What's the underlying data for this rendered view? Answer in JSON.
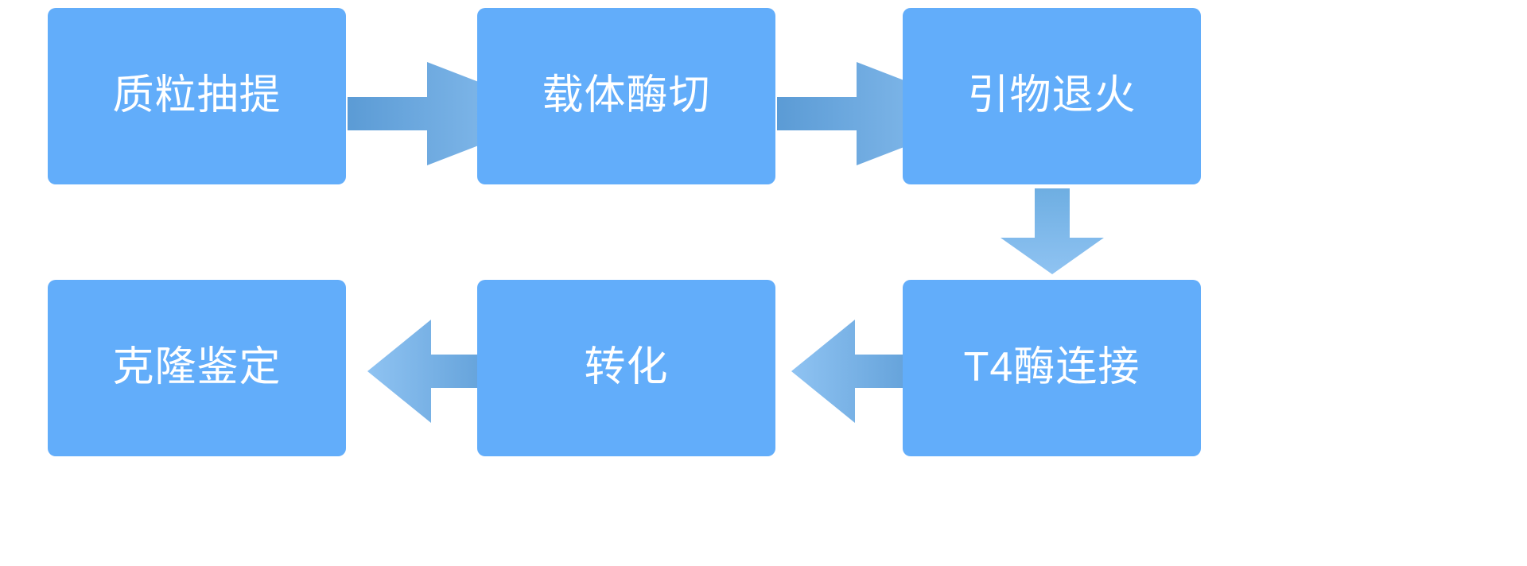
{
  "diagram": {
    "title": "",
    "background_color": "#FFFFFF",
    "node_color": "#62ADFA",
    "node_text_color": "#FFFFFF",
    "arrow_color_dark": "#5B9BD5",
    "arrow_color_light": "#8AC0F0",
    "nodes": [
      {
        "id": "n1",
        "label": "质粒抽提",
        "row": 1,
        "order": 1
      },
      {
        "id": "n2",
        "label": "载体酶切",
        "row": 1,
        "order": 2
      },
      {
        "id": "n3",
        "label": "引物退火",
        "row": 1,
        "order": 3
      },
      {
        "id": "n4",
        "label": "T4酶连接",
        "row": 2,
        "order": 1
      },
      {
        "id": "n5",
        "label": "转化",
        "row": 2,
        "order": 2
      },
      {
        "id": "n6",
        "label": "克隆鉴定",
        "row": 2,
        "order": 3
      }
    ],
    "arrows": [
      {
        "id": "a1",
        "from": "n1",
        "to": "n2",
        "direction": "right"
      },
      {
        "id": "a2",
        "from": "n2",
        "to": "n3",
        "direction": "right"
      },
      {
        "id": "a3",
        "from": "n3",
        "to": "n4",
        "direction": "down"
      },
      {
        "id": "a4",
        "from": "n4",
        "to": "n5",
        "direction": "left"
      },
      {
        "id": "a5",
        "from": "n5",
        "to": "n6",
        "direction": "left"
      }
    ]
  }
}
